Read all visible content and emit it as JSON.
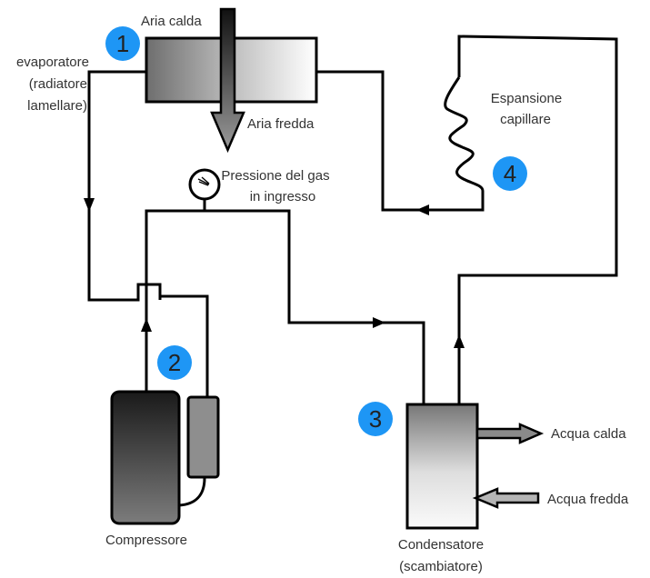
{
  "title": "Schema circuito pompa di calore",
  "colors": {
    "badge": "#1e96f5",
    "pipe": "#000000",
    "label": "#333333"
  },
  "badges": [
    {
      "id": "1",
      "label": "1"
    },
    {
      "id": "2",
      "label": "2"
    },
    {
      "id": "3",
      "label": "3"
    },
    {
      "id": "4",
      "label": "4"
    }
  ],
  "labels": {
    "evaporator": [
      "evaporatore",
      "(radiatore",
      "lamellare)"
    ],
    "hot_air": "Aria calda",
    "cold_air": "Aria fredda",
    "gas_pressure": [
      "Pressione del gas",
      "in ingresso"
    ],
    "expansion": [
      "Espansione",
      "capillare"
    ],
    "compressor": "Compressore",
    "condenser": [
      "Condensatore",
      "(scambiatore)"
    ],
    "hot_water": "Acqua calda",
    "cold_water": "Acqua fredda"
  },
  "icons": {
    "pressure_gauge": "pressure-gauge-icon",
    "capillary_coil": "coil-icon"
  }
}
